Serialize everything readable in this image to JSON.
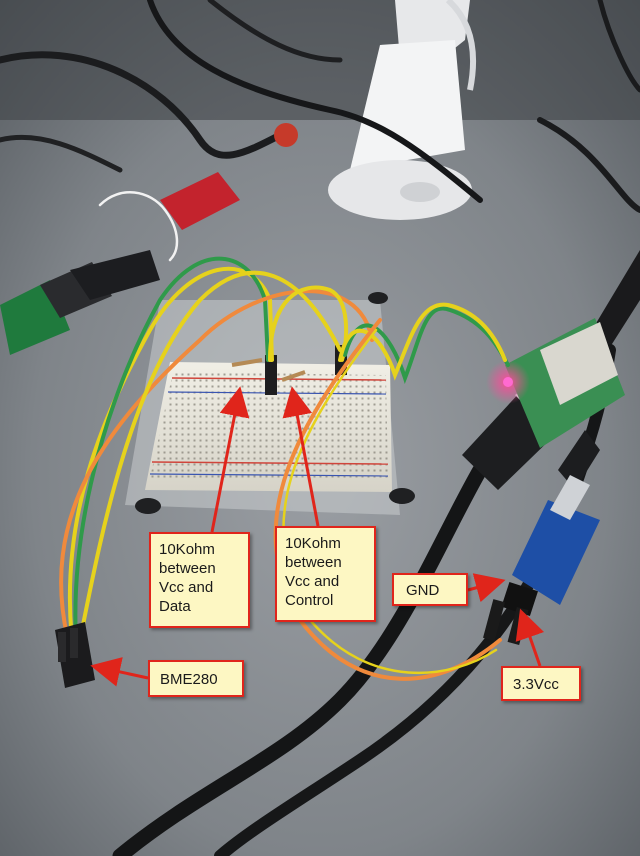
{
  "labels": {
    "resistor_data": "10Kohm\nbetween\nVcc and\nData",
    "resistor_control": "10Kohm\nbetween\nVcc and\nControl",
    "gnd": "GND",
    "bme280": "BME280",
    "vcc": "3.3Vcc"
  },
  "colors": {
    "callout_fill": "#fdf7c3",
    "callout_border": "#e0251b",
    "arrow": "#e0251b",
    "wire_yellow": "#e6d21c",
    "wire_green": "#2f9a4a",
    "wire_orange": "#f08a3c"
  }
}
